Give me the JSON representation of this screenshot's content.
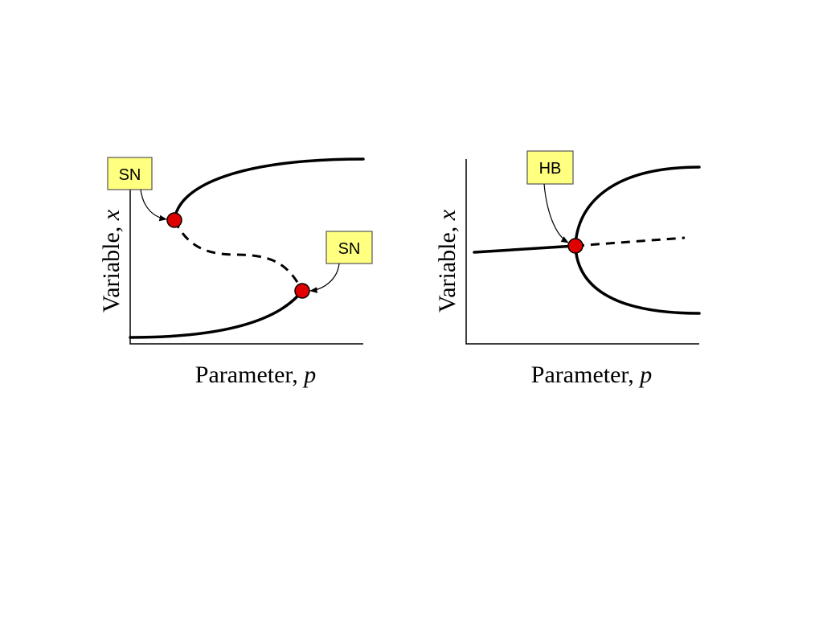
{
  "left_diagram": {
    "x_axis_label": "Parameter, ",
    "x_axis_var": "p",
    "y_axis_label": "Variable, ",
    "y_axis_var": "x",
    "upper_badge": "SN",
    "lower_badge": "SN"
  },
  "right_diagram": {
    "x_axis_label": "Parameter, ",
    "x_axis_var": "p",
    "y_axis_label": "Variable, ",
    "y_axis_var": "x",
    "badge": "HB"
  },
  "colors": {
    "badge_fill": "#ffff80",
    "bifurcation_point": "#e00000",
    "curve": "#000000"
  }
}
